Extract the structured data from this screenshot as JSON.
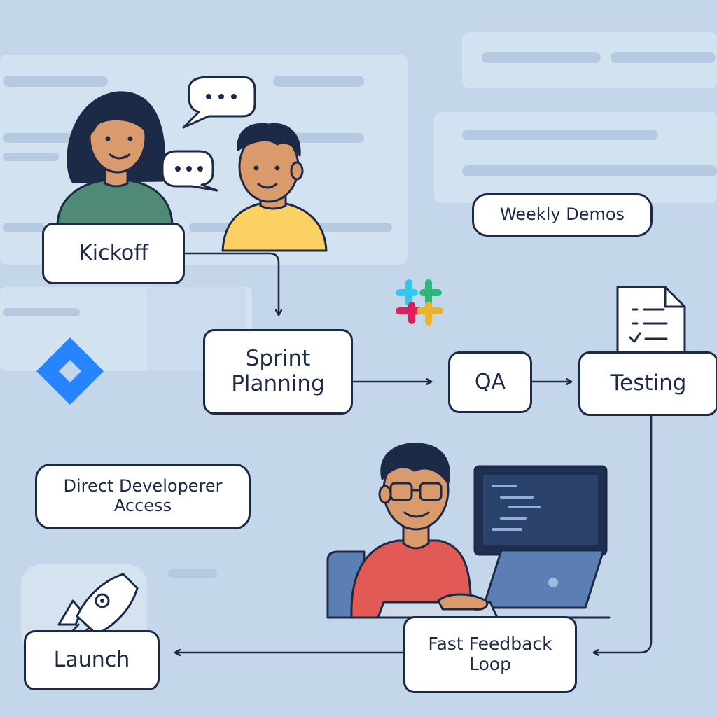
{
  "colors": {
    "background": "#c4d7ea",
    "ink": "#1d2a47",
    "box_fill": "#ffffff",
    "woman_shirt": "#4e8a74",
    "man_shirt": "#fcd163",
    "developer_shirt": "#e15a55",
    "jira_blue": "#2684ff"
  },
  "icons": {
    "jira": "jira-logo-icon",
    "slack": "slack-logo-icon",
    "checklist": "checklist-document-icon",
    "rocket": "rocket-icon",
    "speech": "speech-bubble-icon"
  },
  "nodes": {
    "kickoff": "Kickoff",
    "sprint_planning": {
      "line1": "Sprint",
      "line2": "Planning"
    },
    "qa": "QA",
    "testing": "Testing",
    "weekly_demos": "Weekly Demos",
    "direct_access": {
      "line1": "Direct Developerer",
      "line2": "Access"
    },
    "fast_feedback": {
      "line1": "Fast Feedback",
      "line2": "Loop"
    },
    "launch": "Launch"
  }
}
